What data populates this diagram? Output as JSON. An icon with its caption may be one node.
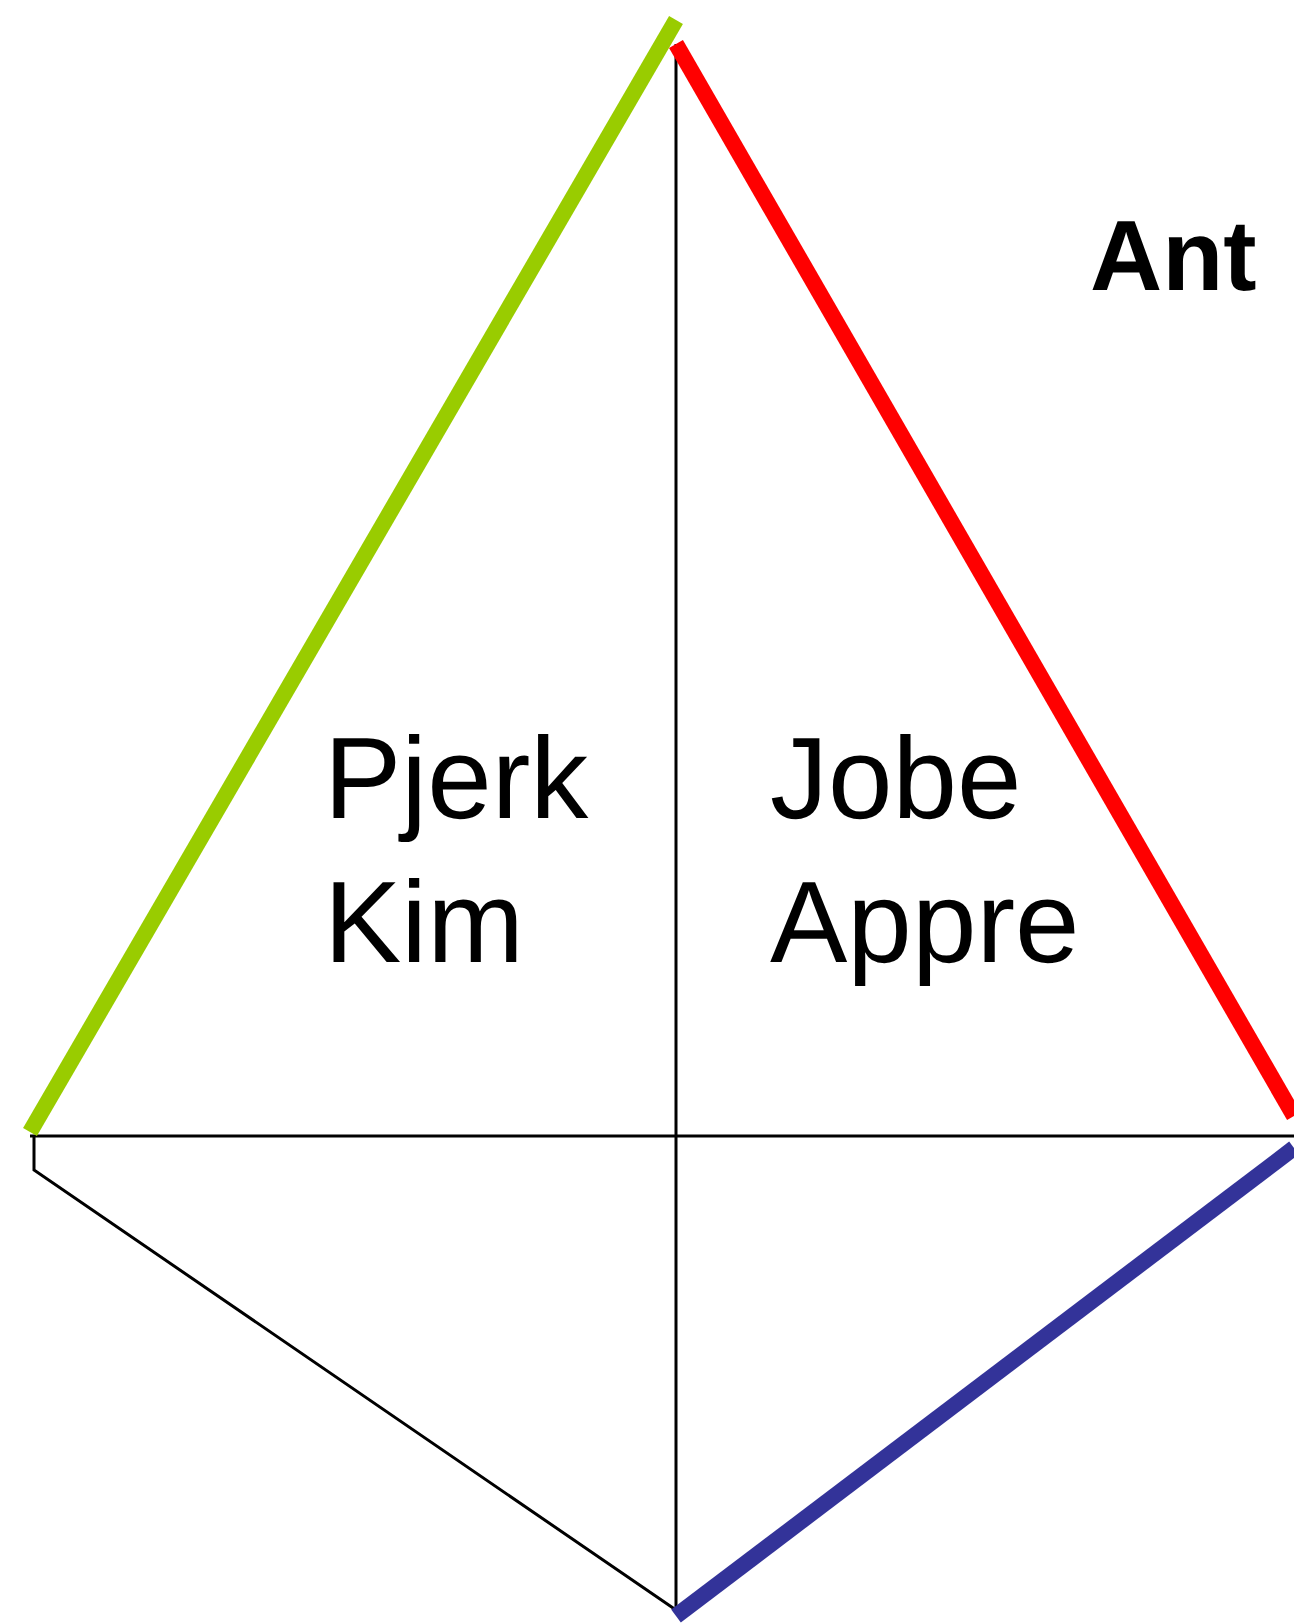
{
  "diagram": {
    "title": "Ant",
    "labels": [
      "Pjerk Kim",
      "Jobe Appre"
    ]
  }
}
